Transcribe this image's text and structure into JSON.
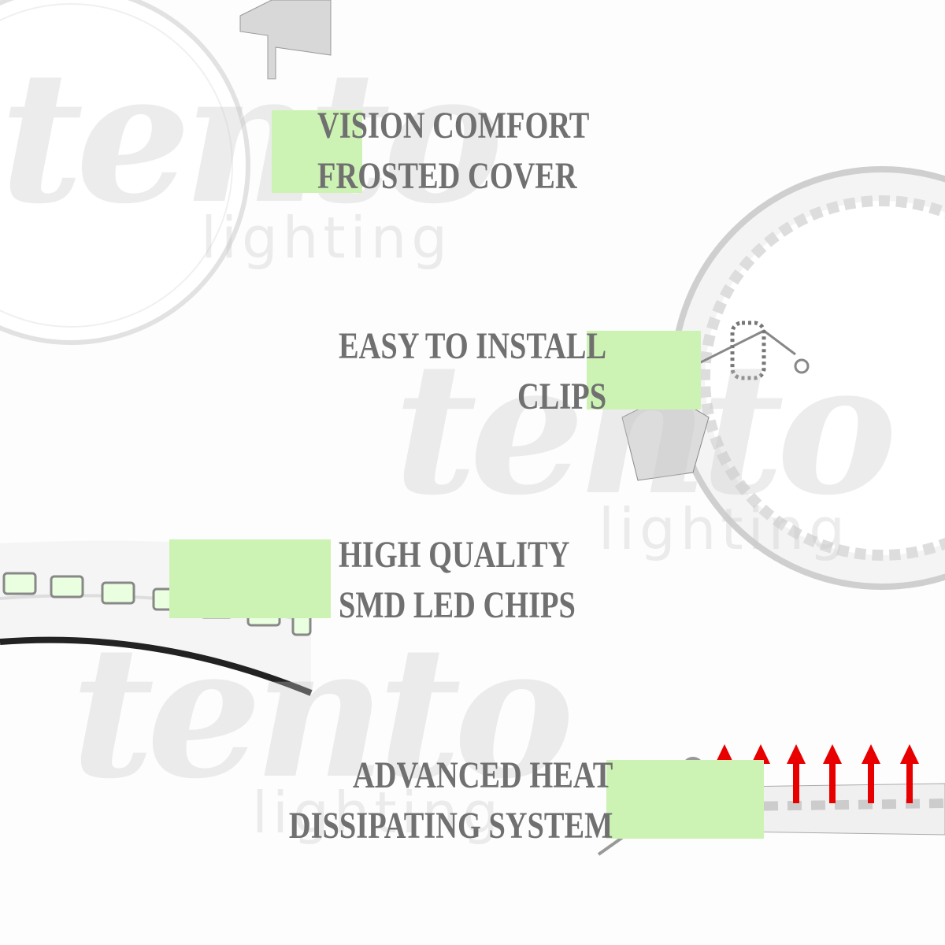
{
  "watermark": {
    "brand": "tento",
    "sub": "lighting"
  },
  "features": [
    {
      "line1": "VISION COMFORT",
      "line2": "FROSTED COVER"
    },
    {
      "line1": "EASY TO INSTALL",
      "line2": "CLIPS"
    },
    {
      "line1": "HIGH QUALITY",
      "line2": "SMD LED CHIPS"
    },
    {
      "line1": "ADVANCED HEAT",
      "line2": "DISSIPATING SYSTEM"
    }
  ],
  "colors": {
    "highlight": "#cdf3b4",
    "text": "#707070",
    "arrow": "#e80000"
  }
}
